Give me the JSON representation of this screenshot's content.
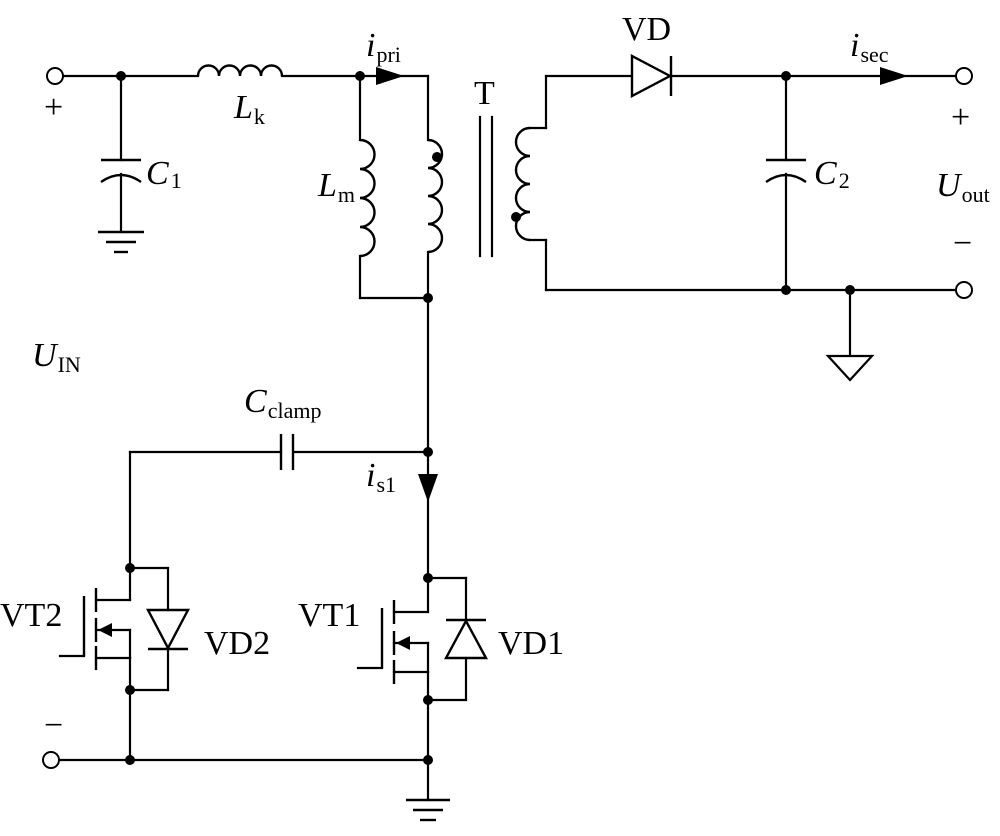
{
  "labels": {
    "plus_in": "+",
    "minus_in": "−",
    "plus_out": "+",
    "minus_out": "−",
    "c1_main": "C",
    "c1_sub": "1",
    "lk_main": "L",
    "lk_sub": "k",
    "lm_main": "L",
    "lm_sub": "m",
    "ipri_main": "i",
    "ipri_sub": "pri",
    "transformer": "T",
    "vd": "VD",
    "isec_main": "i",
    "isec_sub": "sec",
    "c2_main": "C",
    "c2_sub": "2",
    "uout_main": "U",
    "uout_sub": "out",
    "uin_main": "U",
    "uin_sub": "IN",
    "cclamp_main": "C",
    "cclamp_sub": "clamp",
    "is1_main": "i",
    "is1_sub": "s1",
    "vt1": "VT1",
    "vd1": "VD1",
    "vt2": "VT2",
    "vd2": "VD2"
  },
  "colors": {
    "line": "#000000",
    "background": "#ffffff"
  }
}
